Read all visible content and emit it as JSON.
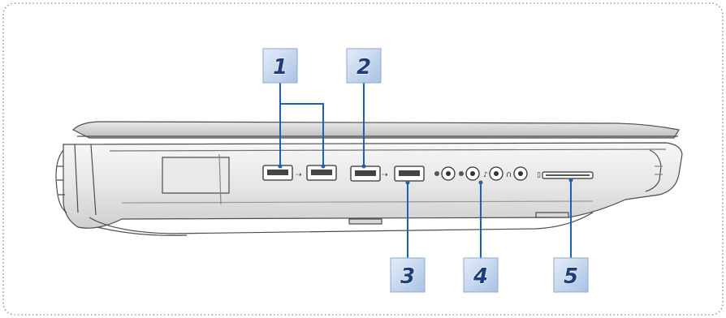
{
  "figure": {
    "description_hidden": "",
    "callouts": [
      {
        "number": "1",
        "target": "usb-ports-pair"
      },
      {
        "number": "2",
        "target": "usb-port-single"
      },
      {
        "number": "3",
        "target": "usb-port-second"
      },
      {
        "number": "4",
        "target": "audio-jacks"
      },
      {
        "number": "5",
        "target": "card-reader"
      }
    ],
    "colors": {
      "frame_dots": "#9a9a9a",
      "laptop_outline": "#555555",
      "laptop_body": "#ececec",
      "callout_box": "#c9d9ef",
      "callout_text": "#1f3d7a",
      "leader_line": "#1f5fb0"
    },
    "icons": [
      "usb-icon",
      "usb-icon",
      "usb-icon",
      "mic-icon",
      "line-in-icon",
      "spdif-icon",
      "headphone-icon",
      "card-reader-icon"
    ]
  }
}
